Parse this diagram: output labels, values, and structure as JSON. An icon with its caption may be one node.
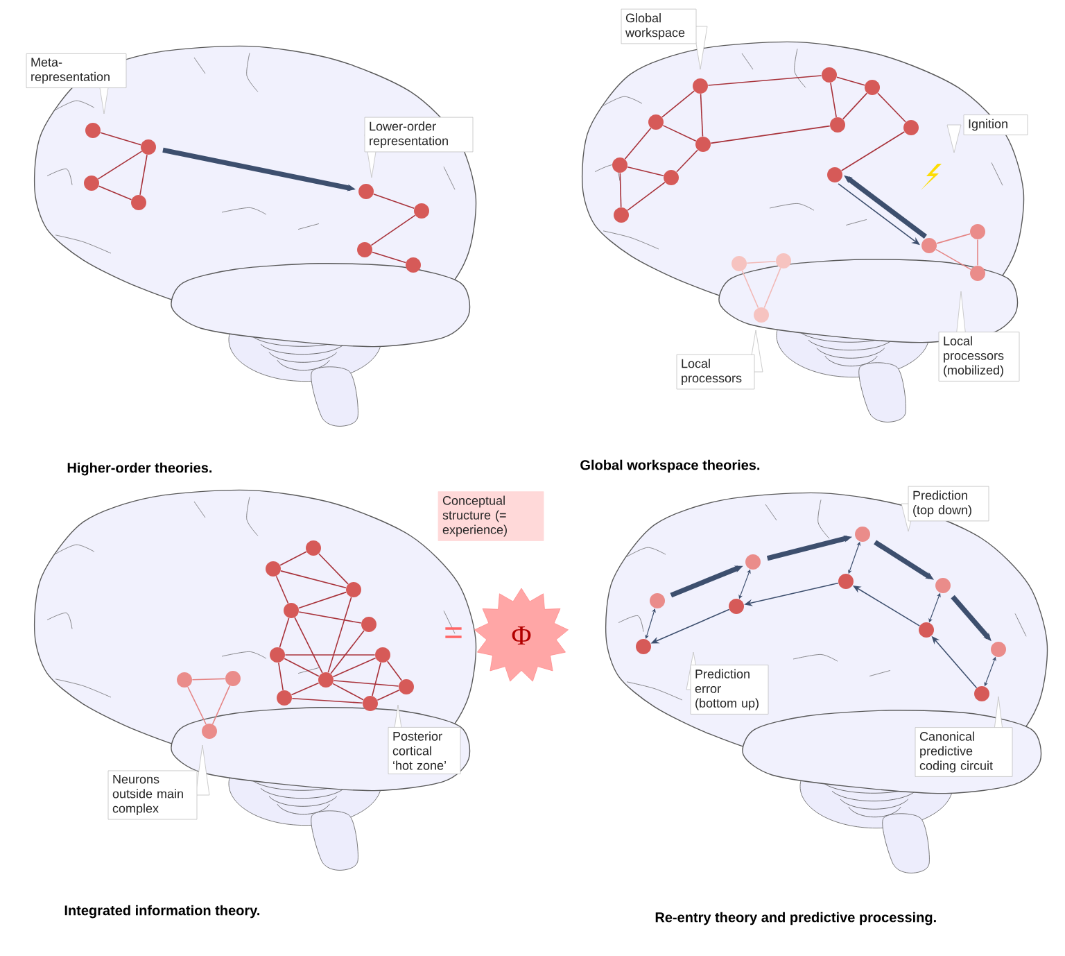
{
  "diagram": {
    "nodes": [
      {
        "text": [
          "Meta-representation"
        ]
      },
      {
        "text": [
          "Lower-order representation"
        ]
      },
      {
        "text": [],
        "shape": "circle"
      },
      {
        "text": [],
        "shape": "circle"
      },
      {
        "text": [],
        "shape": "circle"
      },
      {
        "text": [],
        "shape": "circle"
      },
      {
        "text": [],
        "shape": "circle"
      },
      {
        "text": [],
        "shape": "circle"
      },
      {
        "text": [],
        "shape": "circle"
      },
      {
        "text": [],
        "shape": "circle"
      },
      {
        "text": [
          "Global workspace"
        ]
      },
      {
        "text": [
          "Ignition"
        ]
      },
      {
        "text": [
          "Local processors"
        ]
      },
      {
        "text": [
          "Local processors (mobilized)"
        ]
      },
      {
        "text": [],
        "shape": "circle"
      },
      {
        "text": [],
        "shape": "circle"
      },
      {
        "text": [],
        "shape": "circle"
      },
      {
        "text": [],
        "shape": "circle"
      },
      {
        "text": [],
        "shape": "circle"
      },
      {
        "text": [],
        "shape": "circle"
      },
      {
        "text": [],
        "shape": "circle"
      },
      {
        "text": [],
        "shape": "circle"
      },
      {
        "text": [],
        "shape": "circle"
      },
      {
        "text": [],
        "shape": "circle"
      },
      {
        "text": [],
        "shape": "circle"
      },
      {
        "text": [],
        "shape": "circle"
      },
      {
        "text": [],
        "shape": "circle"
      },
      {
        "text": [],
        "shape": "circle"
      },
      {
        "text": [],
        "shape": "circle"
      },
      {
        "text": [],
        "shape": "circle"
      },
      {
        "text": [],
        "shape": "circle"
      },
      {
        "text": [
          "Conceptual structure (= experience)"
        ]
      },
      {
        "text": [
          "Φ"
        ]
      },
      {
        "text": [
          "Neurons outside main complex"
        ]
      },
      {
        "text": [
          "Posterior cortical ‘hot zone’"
        ]
      },
      {
        "text": [],
        "shape": "circle"
      },
      {
        "text": [],
        "shape": "circle"
      },
      {
        "text": [],
        "shape": "circle"
      },
      {
        "text": [],
        "shape": "circle"
      },
      {
        "text": [],
        "shape": "circle"
      },
      {
        "text": [],
        "shape": "circle"
      },
      {
        "text": [],
        "shape": "circle"
      },
      {
        "text": [],
        "shape": "circle"
      },
      {
        "text": [],
        "shape": "circle"
      },
      {
        "text": [],
        "shape": "circle"
      },
      {
        "text": [],
        "shape": "circle"
      },
      {
        "text": [],
        "shape": "circle"
      },
      {
        "text": [],
        "shape": "circle"
      },
      {
        "text": [],
        "shape": "circle"
      },
      {
        "text": [
          "Prediction (top down)"
        ]
      },
      {
        "text": [
          "Prediction error (bottom up)"
        ]
      },
      {
        "text": [
          "Canonical predictive coding circuit"
        ]
      },
      {
        "text": [],
        "shape": "circle"
      },
      {
        "text": [],
        "shape": "circle"
      },
      {
        "text": [],
        "shape": "circle"
      },
      {
        "text": [],
        "shape": "circle"
      },
      {
        "text": [],
        "shape": "circle"
      },
      {
        "text": [],
        "shape": "circle"
      },
      {
        "text": [],
        "shape": "circle"
      },
      {
        "text": [],
        "shape": "circle"
      },
      {
        "text": [],
        "shape": "circle"
      },
      {
        "text": [],
        "shape": "circle"
      }
    ],
    "edges": [
      {
        "from": 2,
        "to": 3,
        "arrow": "none"
      },
      {
        "from": 3,
        "to": 4,
        "arrow": "none"
      },
      {
        "from": 3,
        "to": 5,
        "arrow": "none"
      },
      {
        "from": 4,
        "to": 5,
        "arrow": "none"
      },
      {
        "from": 6,
        "to": 7,
        "arrow": "none"
      },
      {
        "from": 7,
        "to": 8,
        "arrow": "none"
      },
      {
        "from": 8,
        "to": 9,
        "arrow": "none"
      },
      {
        "from": 3,
        "to": 6,
        "arrow": "to",
        "style": "thick",
        "color": "#3d4f6e"
      },
      {
        "from": 14,
        "to": 15,
        "arrow": "none"
      },
      {
        "from": 14,
        "to": 16,
        "arrow": "none"
      },
      {
        "from": 14,
        "to": 20,
        "arrow": "none"
      },
      {
        "from": 15,
        "to": 16,
        "arrow": "none"
      },
      {
        "from": 15,
        "to": 17,
        "arrow": "none"
      },
      {
        "from": 16,
        "to": 18,
        "arrow": "none"
      },
      {
        "from": 16,
        "to": 22,
        "arrow": "none"
      },
      {
        "from": 17,
        "to": 18,
        "arrow": "none"
      },
      {
        "from": 17,
        "to": 19,
        "arrow": "none"
      },
      {
        "from": 18,
        "to": 19,
        "arrow": "none"
      },
      {
        "from": 20,
        "to": 21,
        "arrow": "none"
      },
      {
        "from": 20,
        "to": 22,
        "arrow": "none"
      },
      {
        "from": 21,
        "to": 22,
        "arrow": "none"
      },
      {
        "from": 21,
        "to": 23,
        "arrow": "none"
      },
      {
        "from": 23,
        "to": 24,
        "arrow": "none"
      },
      {
        "from": 25,
        "to": 26,
        "arrow": "none",
        "color": "#f2b8b5"
      },
      {
        "from": 25,
        "to": 27,
        "arrow": "none",
        "color": "#f2b8b5"
      },
      {
        "from": 26,
        "to": 27,
        "arrow": "none",
        "color": "#f2b8b5"
      },
      {
        "from": 28,
        "to": 29,
        "arrow": "none",
        "color": "#e58585"
      },
      {
        "from": 28,
        "to": 30,
        "arrow": "none",
        "color": "#e58585"
      },
      {
        "from": 29,
        "to": 30,
        "arrow": "none",
        "color": "#e58585"
      },
      {
        "from": 29,
        "to": 24,
        "arrow": "to",
        "style": "thick",
        "color": "#3d4f6e"
      },
      {
        "from": 24,
        "to": 29,
        "arrow": "to",
        "color": "#3d4f6e"
      },
      {
        "from": 35,
        "to": 36,
        "arrow": "none"
      },
      {
        "from": 35,
        "to": 37,
        "arrow": "none"
      },
      {
        "from": 36,
        "to": 37,
        "arrow": "none"
      },
      {
        "from": 36,
        "to": 38,
        "arrow": "none"
      },
      {
        "from": 37,
        "to": 38,
        "arrow": "none"
      },
      {
        "from": 38,
        "to": 39,
        "arrow": "none"
      },
      {
        "from": 37,
        "to": 41,
        "arrow": "none"
      },
      {
        "from": 38,
        "to": 40,
        "arrow": "none"
      },
      {
        "from": 38,
        "to": 41,
        "arrow": "none"
      },
      {
        "from": 39,
        "to": 41,
        "arrow": "none"
      },
      {
        "from": 40,
        "to": 41,
        "arrow": "none"
      },
      {
        "from": 40,
        "to": 42,
        "arrow": "none"
      },
      {
        "from": 40,
        "to": 43,
        "arrow": "none"
      },
      {
        "from": 41,
        "to": 42,
        "arrow": "none"
      },
      {
        "from": 41,
        "to": 43,
        "arrow": "none"
      },
      {
        "from": 41,
        "to": 44,
        "arrow": "none"
      },
      {
        "from": 41,
        "to": 45,
        "arrow": "none"
      },
      {
        "from": 42,
        "to": 44,
        "arrow": "none"
      },
      {
        "from": 42,
        "to": 45,
        "arrow": "none"
      },
      {
        "from": 43,
        "to": 45,
        "arrow": "none"
      },
      {
        "from": 44,
        "to": 45,
        "arrow": "none"
      },
      {
        "from": 46,
        "to": 47,
        "arrow": "none",
        "color": "#e58585"
      },
      {
        "from": 46,
        "to": 48,
        "arrow": "none",
        "color": "#e58585"
      },
      {
        "from": 47,
        "to": 48,
        "arrow": "none",
        "color": "#e58585"
      },
      {
        "from": 52,
        "to": 54,
        "arrow": "to",
        "style": "thick",
        "color": "#3d4f6e"
      },
      {
        "from": 54,
        "to": 56,
        "arrow": "to",
        "style": "thick",
        "color": "#3d4f6e"
      },
      {
        "from": 56,
        "to": 58,
        "arrow": "to",
        "style": "thick",
        "color": "#3d4f6e"
      },
      {
        "from": 58,
        "to": 60,
        "arrow": "to",
        "style": "thick",
        "color": "#3d4f6e"
      },
      {
        "from": 55,
        "to": 53,
        "arrow": "to",
        "color": "#3d4f6e"
      },
      {
        "from": 57,
        "to": 55,
        "arrow": "to",
        "color": "#3d4f6e"
      },
      {
        "from": 59,
        "to": 57,
        "arrow": "to",
        "color": "#3d4f6e"
      },
      {
        "from": 61,
        "to": 59,
        "arrow": "to",
        "color": "#3d4f6e"
      },
      {
        "from": 52,
        "to": 53,
        "arrow": "both",
        "color": "#3d4f6e"
      },
      {
        "from": 54,
        "to": 55,
        "arrow": "both",
        "color": "#3d4f6e"
      },
      {
        "from": 56,
        "to": 57,
        "arrow": "both",
        "color": "#3d4f6e"
      },
      {
        "from": 58,
        "to": 59,
        "arrow": "both",
        "color": "#3d4f6e"
      },
      {
        "from": 60,
        "to": 61,
        "arrow": "both",
        "color": "#3d4f6e"
      }
    ],
    "labels": [
      "Higher-order theories.",
      "Global workspace theories.",
      "=",
      "Integrated information theory.",
      "Re-entry theory and predictive processing."
    ]
  }
}
